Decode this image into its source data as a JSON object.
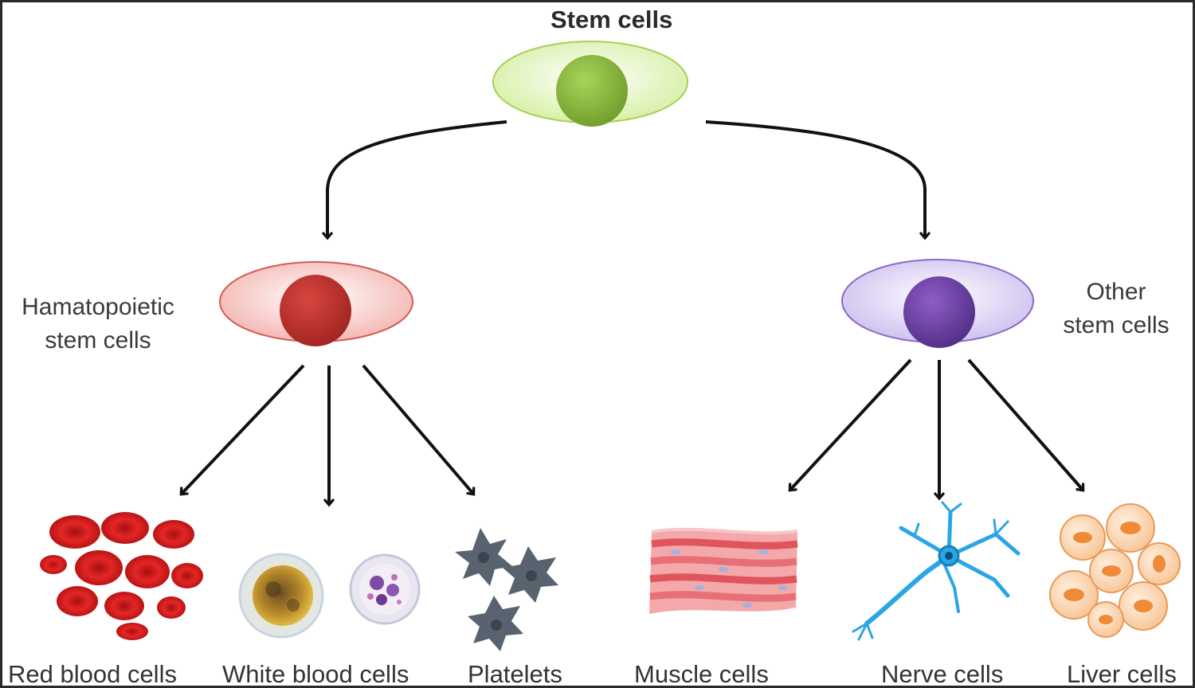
{
  "title": "Stem cells",
  "branches": {
    "left": {
      "label_line1": "Hamatopoietic",
      "label_line2": "stem cells"
    },
    "right": {
      "label_line1": "Other",
      "label_line2": "stem cells"
    }
  },
  "cell_types": [
    {
      "label": "Red blood cells",
      "icon": "red-blood-cells-icon"
    },
    {
      "label": "White blood cells",
      "icon": "white-blood-cells-icon"
    },
    {
      "label": "Platelets",
      "icon": "platelets-icon"
    },
    {
      "label": "Muscle cells",
      "icon": "muscle-cells-icon"
    },
    {
      "label": "Nerve cells",
      "icon": "nerve-cells-icon"
    },
    {
      "label": "Liver cells",
      "icon": "liver-cells-icon"
    }
  ],
  "colors": {
    "stem_cell_fill": "#e6f5b8",
    "stem_cell_nucleus": "#8fbb3b",
    "hematopoietic_fill": "#f8d0cc",
    "hematopoietic_nucleus": "#c0302a",
    "other_fill": "#e0d6f4",
    "other_nucleus": "#6d3fa3",
    "arrow": "#111111",
    "red_blood_cell": "#d11c1c",
    "platelet": "#55606e",
    "muscle": "#e77a80",
    "nerve": "#2aa6e6",
    "liver": "#f6b077"
  }
}
